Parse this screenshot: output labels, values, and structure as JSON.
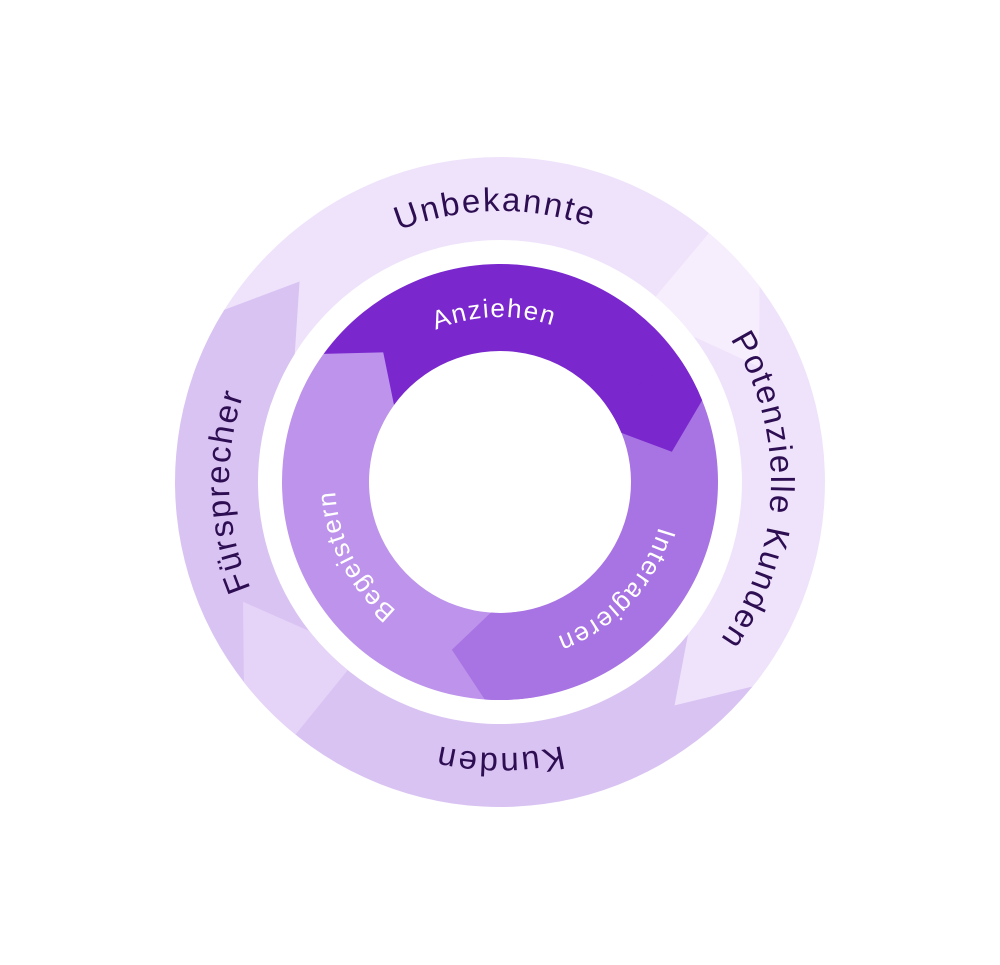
{
  "diagram": {
    "name": "inbound-flywheel",
    "direction": "clockwise",
    "outer_ring": {
      "segments": [
        {
          "label": "Unbekannte",
          "position": "top"
        },
        {
          "label": "Potenzielle Kunden",
          "position": "right"
        },
        {
          "label": "Kunden",
          "position": "bottom"
        },
        {
          "label": "Fürsprecher",
          "position": "left"
        }
      ]
    },
    "inner_wheel": {
      "segments": [
        {
          "label": "Anziehen",
          "position": "top"
        },
        {
          "label": "Interagieren",
          "position": "right"
        },
        {
          "label": "Begeistern",
          "position": "left"
        }
      ]
    }
  },
  "colors": {
    "background": "#ffffff",
    "outer_light": "#EFE3FB",
    "outer_dark": "#D9C3F2",
    "outer_chevron_lighter": "#F6EEFD",
    "outer_chevron_mid": "#E5D4F7",
    "inner_attract": "#7A27CE",
    "inner_engage": "#A873E2",
    "inner_delight": "#BD93EB",
    "outer_label_text": "#2E0E52",
    "inner_label_text": "#FFFFFF"
  }
}
